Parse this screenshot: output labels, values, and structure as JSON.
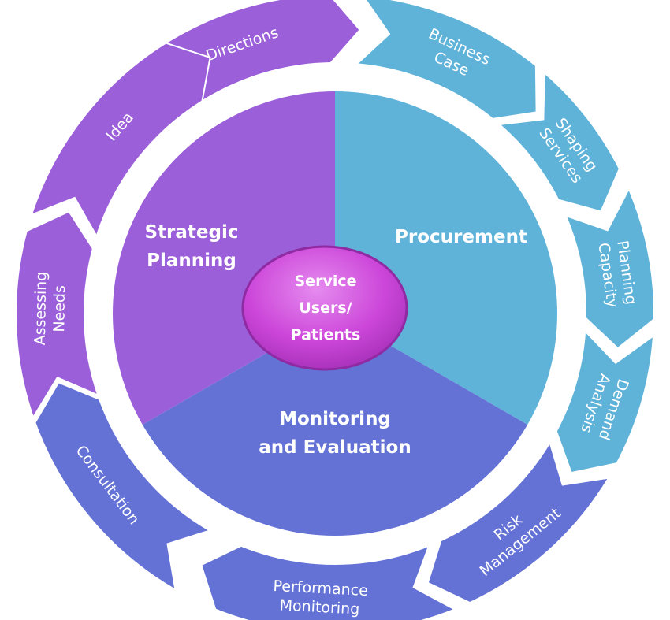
{
  "hub": {
    "lines": [
      "Service",
      "Users/",
      "Patients"
    ]
  },
  "sectors": [
    {
      "key": "strategic",
      "lines": [
        "Strategic",
        "Planning"
      ]
    },
    {
      "key": "procurement",
      "lines": [
        "Procurement"
      ]
    },
    {
      "key": "monitoring",
      "lines": [
        "Monitoring",
        "and Evaluation"
      ]
    }
  ],
  "ring": [
    {
      "key": "directions",
      "group": "strategic",
      "lines": [
        "Directions"
      ]
    },
    {
      "key": "business-case",
      "group": "procurement",
      "lines": [
        "Business",
        "Case"
      ]
    },
    {
      "key": "shaping-services",
      "group": "procurement",
      "lines": [
        "Shaping",
        "Services"
      ]
    },
    {
      "key": "planning-capacity",
      "group": "procurement",
      "lines": [
        "Planning",
        "Capacity"
      ]
    },
    {
      "key": "demand-analysis",
      "group": "procurement",
      "lines": [
        "Demand",
        "Analysis"
      ]
    },
    {
      "key": "risk-management",
      "group": "monitoring",
      "lines": [
        "Risk",
        "Management"
      ]
    },
    {
      "key": "performance-monitoring",
      "group": "monitoring",
      "lines": [
        "Performance",
        "Monitoring"
      ]
    },
    {
      "key": "consultation",
      "group": "monitoring",
      "lines": [
        "Consultation"
      ]
    },
    {
      "key": "assessing-needs",
      "group": "strategic",
      "lines": [
        "Assessing",
        "Needs"
      ]
    },
    {
      "key": "idea",
      "group": "strategic",
      "lines": [
        "Idea"
      ]
    }
  ],
  "colors": {
    "strategic": "#9b5fd9",
    "procurement": "#5fb3d9",
    "monitoring": "#6472d6",
    "hub": "#cc46d9",
    "hub_stroke": "#8f2aa3"
  }
}
